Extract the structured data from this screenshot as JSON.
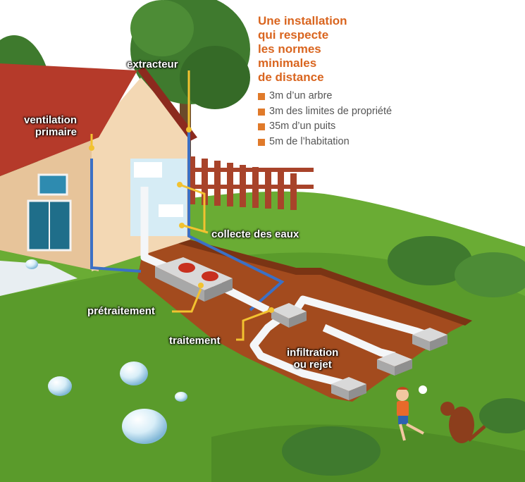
{
  "info_box": {
    "title_lines": [
      "Une installation",
      "qui respecte",
      "les normes",
      "minimales",
      "de distance"
    ],
    "rules": [
      "3m d’un arbre",
      "3m des limites de propriété",
      "35m d’un puits",
      "5m de l’habitation"
    ],
    "accent_color": "#e07a2a",
    "title_color": "#d9651f"
  },
  "labels": {
    "ventilation": [
      "ventilation",
      "primaire"
    ],
    "extracteur": "extracteur",
    "collecte": "collecte des eaux",
    "pretraitement": "prétraitement",
    "traitement": "traitement",
    "infiltration": [
      "infiltration",
      "ou rejet"
    ]
  },
  "colors": {
    "leader_line": "#f2c230",
    "pipe": "#3b70c5",
    "grass": "#5fa02e",
    "soil": "#a34b1e",
    "house_wall": "#f3d8b4",
    "roof": "#b53a2a"
  }
}
